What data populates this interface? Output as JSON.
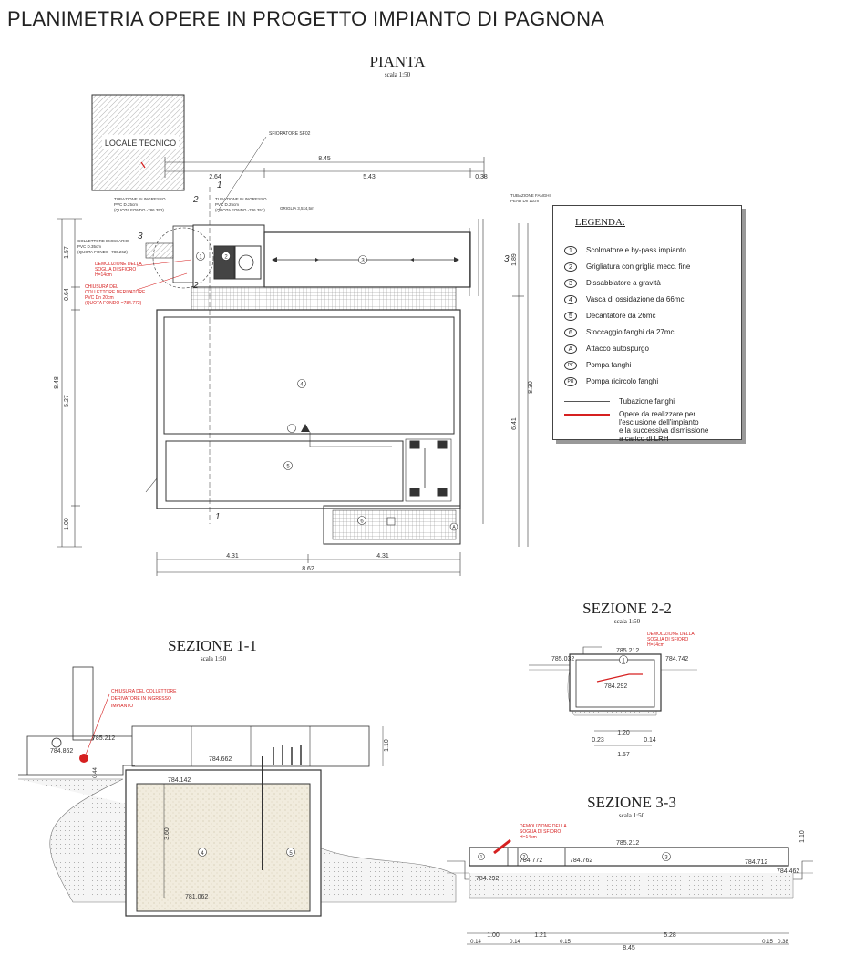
{
  "title": "PLANIMETRIA OPERE IN PROGETTO IMPIANTO DI PAGNONA",
  "colors": {
    "line": "#333333",
    "red": "#d62020",
    "hatch": "#9a9a9a",
    "soil": "#e8dcc2"
  },
  "sections": {
    "pianta": {
      "title": "PIANTA",
      "scale": "scala 1:50"
    },
    "sez11": {
      "title": "SEZIONE 1-1",
      "scale": "scala 1:50"
    },
    "sez22": {
      "title": "SEZIONE 2-2",
      "scale": "scala 1:50"
    },
    "sez33": {
      "title": "SEZIONE 3-3",
      "scale": "scala 1:50"
    }
  },
  "legend": {
    "title": "LEGENDA:",
    "items": [
      {
        "symbol": "1",
        "label": "Scolmatore e by-pass impianto"
      },
      {
        "symbol": "2",
        "label": "Grigliatura con griglia mecc. fine"
      },
      {
        "symbol": "3",
        "label": "Dissabbiatore a gravità"
      },
      {
        "symbol": "4",
        "label": "Vasca di ossidazione da 66mc"
      },
      {
        "symbol": "5",
        "label": "Decantatore da 26mc"
      },
      {
        "symbol": "6",
        "label": "Stoccaggio fanghi da 27mc"
      },
      {
        "symbol": "A",
        "label": "Attacco autospurgo"
      },
      {
        "symbol": "PF",
        "label": "Pompa fanghi"
      },
      {
        "symbol": "PR",
        "label": "Pompa ricircolo fanghi"
      }
    ],
    "line_items": [
      {
        "label": "Tubazione fanghi"
      },
      {
        "label": "Opere da realizzare per\nl'esclusione dell'impianto\ne la successiva dismissione\na carico di LRH"
      }
    ]
  },
  "plan": {
    "locale": "LOCALE TECNICO",
    "sfioratore": "SFIORATORE SF02",
    "tub_ingresso_1": "TUBAZIONE IN INGRESSO",
    "tub_ingresso_1b": "PVC D.25cm",
    "tub_ingresso_1c": "(QUOTA FONDO -786.352)",
    "tub_ingresso_2": "TUBAZIONE IN INGRESSO",
    "tub_ingresso_2b": "PVC D.25cm",
    "tub_ingresso_2c": "(QUOTA FONDO -786.352)",
    "griglia": "GRIGLIA 3,5x4,5m",
    "tub_fanghi": "TUBAZIONE FANGHI",
    "tub_fanghi_b": "PEAD Dn 11cm",
    "collettore": "COLLETTORE EMISSARIO",
    "collettore_b": "PVC D.35cm",
    "collettore_c": "(QUOTA FONDO -786.262)",
    "demolizione": "DEMOLIZIONE DELLA",
    "demolizione_b": "SOGLIA DI SFIORO",
    "demolizione_c": "H=14cm",
    "chiusura": "CHIUSURA DEL",
    "chiusura_b": "COLLETTORE DERIVATORE",
    "chiusura_c": "PVC Dn 20cm",
    "chiusura_d": "(QUOTA FONDO =784.772)",
    "dims_top": [
      "8.45",
      "2.64",
      "5.43",
      "0.38"
    ],
    "dims_left": [
      "1.57",
      "0.64",
      "8.48",
      "5.27",
      "1.00"
    ],
    "dims_right": [
      "1.89",
      "8.30",
      "6.41"
    ],
    "dims_bottom": [
      "4.31",
      "4.31",
      "8.62"
    ],
    "cut_1": "1",
    "cut_2": "2",
    "cut_3": "3"
  },
  "sez11": {
    "chiusura": "CHIUSURA DEL COLLETTORE",
    "chiusura_b": "DERIVATORE IN INGRESSO",
    "chiusura_c": "IMPIANTO",
    "q1": "785.212",
    "q2": "784.862",
    "q3": "784.662",
    "q4": "784.142",
    "q5": "781.062",
    "d1": "0.44",
    "d2": "3.60",
    "d3": "1.10"
  },
  "sez22": {
    "demolizione": "DEMOLIZIONE DELLA",
    "demolizione_b": "SOGLIA DI SFIORO",
    "demolizione_c": "H=14cm",
    "q1": "785.212",
    "q2": "785.032",
    "q3": "784.742",
    "q4": "784.292",
    "d1": "1.20",
    "d2": "0.23",
    "d3": "0.14",
    "d4": "1.57"
  },
  "sez33": {
    "demolizione": "DEMOLIZIONE DELLA",
    "demolizione_b": "SOGLIA DI SFIORO",
    "demolizione_c": "H=14cm",
    "q1": "785.212",
    "q2": "784.772",
    "q3": "784.762",
    "q4": "784.712",
    "q5": "784.462",
    "q6": "784.292",
    "d1": "1.00",
    "d2": "1.21",
    "d3": "5.28",
    "d4": "0.14",
    "d5": "0.14",
    "d6": "0.15",
    "d7": "0.15",
    "d8": "0.38",
    "d9": "8.45",
    "d10": "1.10"
  }
}
